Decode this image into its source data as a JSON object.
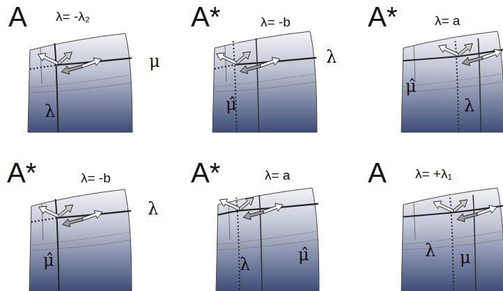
{
  "diagram": {
    "nodes": [
      {
        "text": [
          "A",
          "λ= -λ₂",
          "μ",
          "λ"
        ]
      },
      {
        "text": [
          "A*",
          "λ= -b",
          "λ",
          "μ̂"
        ]
      },
      {
        "text": [
          "A*",
          "λ= a",
          "μ̂",
          "λ"
        ]
      },
      {
        "text": [
          "A*",
          "λ= -b",
          "λ",
          "μ̂"
        ]
      },
      {
        "text": [
          "A*",
          "λ= a",
          "μ̂",
          "λ"
        ]
      },
      {
        "text": [
          "A",
          "λ= +λ₁",
          "λ",
          "μ"
        ]
      }
    ]
  }
}
